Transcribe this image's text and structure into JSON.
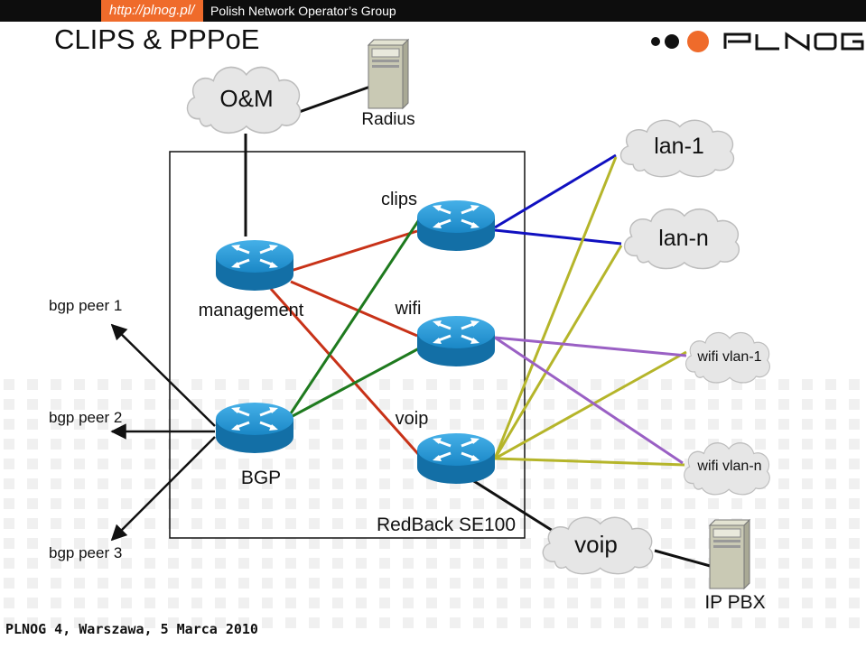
{
  "header": {
    "url": "http://plnog.pl/",
    "group_name": "Polish Network Operator’s Group",
    "title": "CLIPS & PPPoE",
    "logo_text": "PLNOG"
  },
  "footer": {
    "text": "PLNOG 4, Warszawa, 5 Marca 2010"
  },
  "colors": {
    "accent_orange": "#ef6b2b",
    "router_blue": "#1a87c6",
    "cloud_fill": "#e6e6e6",
    "link_blue": "#1010c0",
    "link_red": "#c83218",
    "link_green": "#1e7a1e",
    "link_yellow": "#b5b52a",
    "link_purple": "#9a60c4",
    "link_black": "#111111"
  },
  "diagram": {
    "clouds": {
      "om": "O&M",
      "lan1": "lan-1",
      "lann": "lan-n",
      "wifi_vlan1": "wifi vlan-1",
      "wifi_vlann": "wifi vlan-n",
      "voip": "voip"
    },
    "servers": {
      "radius": "Radius",
      "ip_pbx": "IP PBX"
    },
    "routers": {
      "management": "management",
      "bgp": "BGP",
      "clips": "clips",
      "wifi": "wifi",
      "voip": "voip"
    },
    "chassis_label": "RedBack SE100",
    "bgp_peers": [
      "bgp peer 1",
      "bgp peer 2",
      "bgp peer 3"
    ]
  }
}
